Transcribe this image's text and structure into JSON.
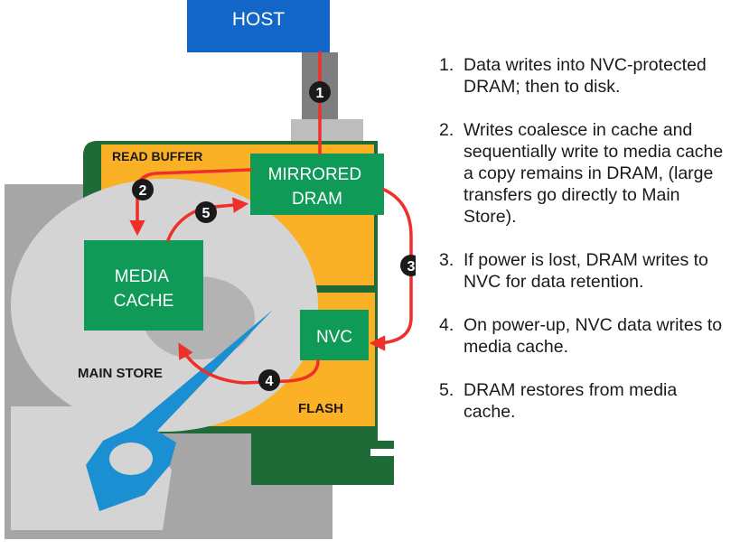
{
  "colors": {
    "host_blue": "#1166c8",
    "board_green": "#1e6b37",
    "buffer_orange": "#fbb125",
    "chip_green": "#0f9a57",
    "disk_gray": "#d4d4d4",
    "housing_gray": "#a6a6a6",
    "arm_blue": "#1a8fd2",
    "flow_red": "#ef2f2a",
    "marker_black": "#1a1a1a"
  },
  "labels": {
    "host": "HOST",
    "read_buffer": "READ BUFFER",
    "mirrored_dram": [
      "MIRRORED",
      "DRAM"
    ],
    "media_cache": [
      "MEDIA",
      "CACHE"
    ],
    "nvc": "NVC",
    "main_store": "MAIN STORE",
    "flash": "FLASH"
  },
  "markers": [
    "1",
    "2",
    "3",
    "4",
    "5"
  ],
  "steps": [
    {
      "number": "1.",
      "text": "Data writes into NVC-protected DRAM; then to disk."
    },
    {
      "number": "2.",
      "text": "Writes coalesce in cache and sequentially write to media cache a copy remains in DRAM, (large transfers go directly to Main Store)."
    },
    {
      "number": "3.",
      "text": "If power is lost, DRAM writes to NVC for data retention."
    },
    {
      "number": "4.",
      "text": "On power-up, NVC data writes to media cache."
    },
    {
      "number": "5.",
      "text": "DRAM restores from media cache."
    }
  ]
}
